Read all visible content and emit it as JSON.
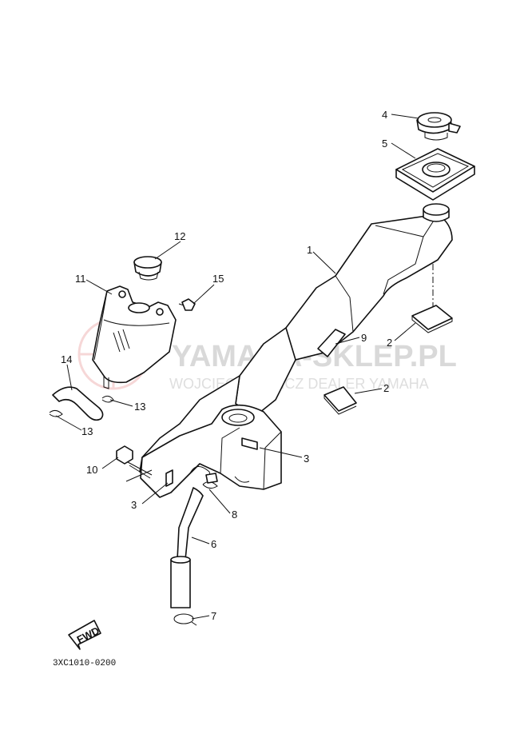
{
  "callouts": [
    {
      "id": "c1",
      "text": "1"
    },
    {
      "id": "c2a",
      "text": "2"
    },
    {
      "id": "c2b",
      "text": "2"
    },
    {
      "id": "c3a",
      "text": "3"
    },
    {
      "id": "c3b",
      "text": "3"
    },
    {
      "id": "c4",
      "text": "4"
    },
    {
      "id": "c5",
      "text": "5"
    },
    {
      "id": "c6",
      "text": "6"
    },
    {
      "id": "c7",
      "text": "7"
    },
    {
      "id": "c8",
      "text": "8"
    },
    {
      "id": "c9",
      "text": "9"
    },
    {
      "id": "c10",
      "text": "10"
    },
    {
      "id": "c11",
      "text": "11"
    },
    {
      "id": "c12",
      "text": "12"
    },
    {
      "id": "c13a",
      "text": "13"
    },
    {
      "id": "c13b",
      "text": "13"
    },
    {
      "id": "c14",
      "text": "14"
    },
    {
      "id": "c15",
      "text": "15"
    }
  ],
  "fwd_label": "FWD",
  "diagram_code": "3XC1010-0200",
  "watermark": {
    "title": "YAMAHA-SKLEP.PL",
    "subtitle": "WOJCIECH ŁAWICZ DEALER YAMAHA",
    "color": "#d8d8d8",
    "logo_color": "#f3c8c8"
  },
  "colors": {
    "line": "#111111",
    "paper": "#ffffff"
  }
}
